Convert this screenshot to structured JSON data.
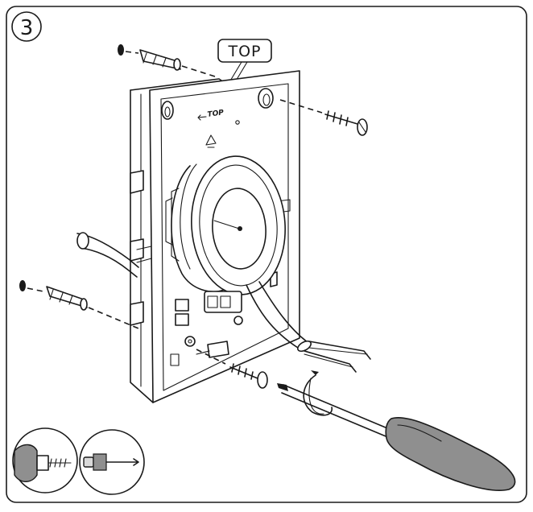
{
  "step": {
    "number": "3"
  },
  "callout": {
    "label": "TOP"
  },
  "plate": {
    "embossed_label": "TOP"
  },
  "colors": {
    "line": "#1a1a1a",
    "handle": "#8f8f8f",
    "shade": "#d9d9d9",
    "background": "#ffffff"
  },
  "tools": [
    {
      "name": "drill-icon"
    },
    {
      "name": "screwdriver-icon"
    }
  ]
}
